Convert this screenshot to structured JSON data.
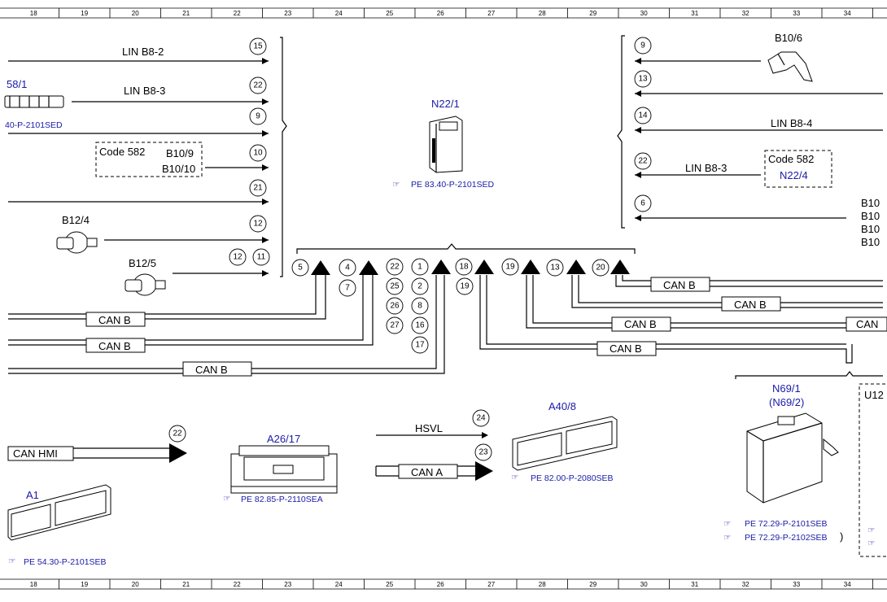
{
  "ruler": [
    "18",
    "19",
    "20",
    "21",
    "22",
    "23",
    "24",
    "25",
    "26",
    "27",
    "28",
    "29",
    "30",
    "31",
    "32",
    "33",
    "34"
  ],
  "labels": {
    "lin_b8_2": "LIN B8-2",
    "b8_1_partial": "58/1",
    "lin_b8_3_left": "LIN B8-3",
    "ref_left_partial": "40-P-2101SED",
    "code_582_left": "Code 582",
    "b10_9": "B10/9",
    "b10_10": "B10/10",
    "b12_4": "B12/4",
    "b12_5": "B12/5",
    "n22_1": "N22/1",
    "ref_n22_1": "PE 83.40-P-2101SED",
    "b10_6": "B10/6",
    "lin_b8_4": "LIN B8-4",
    "lin_b8_3_right": "LIN B8-3",
    "code_582_right": "Code 582",
    "n22_4": "N22/4",
    "b10_partial": [
      "B10",
      "B10",
      "B10",
      "B10"
    ],
    "can_b": "CAN B",
    "can_b_right_partial": "CAN",
    "n69_1": "N69/1",
    "n69_2": "(N69/2)",
    "ref_n69_1": "PE 72.29-P-2101SEB",
    "ref_n69_2": "PE 72.29-P-2102SEB",
    "paren": ")",
    "u12_partial": "U12",
    "can_hmi": "CAN HMI",
    "a1": "A1",
    "ref_a1": "PE 54.30-P-2101SEB",
    "a26_17": "A26/17",
    "ref_a26_17": "PE 82.85-P-2110SEA",
    "hsvl": "HSVL",
    "can_a": "CAN A",
    "a40_8": "A40/8",
    "ref_a40_8": "PE 82.00-P-2080SEB"
  },
  "pins": {
    "left_column": [
      "15",
      "22",
      "9",
      "10",
      "21",
      "12",
      "11"
    ],
    "left_extra": "12",
    "right_column": [
      "9",
      "13",
      "14",
      "22",
      "6"
    ],
    "n22_pins": [
      "5",
      "4",
      "7",
      "22",
      "25",
      "26",
      "27",
      "1",
      "2",
      "8",
      "16",
      "17",
      "18",
      "19",
      "19",
      "13",
      "20"
    ],
    "bottom": [
      "22",
      "24",
      "23"
    ]
  },
  "colors": {
    "line": "#000000",
    "ref_blue": "#1a1aa8"
  }
}
